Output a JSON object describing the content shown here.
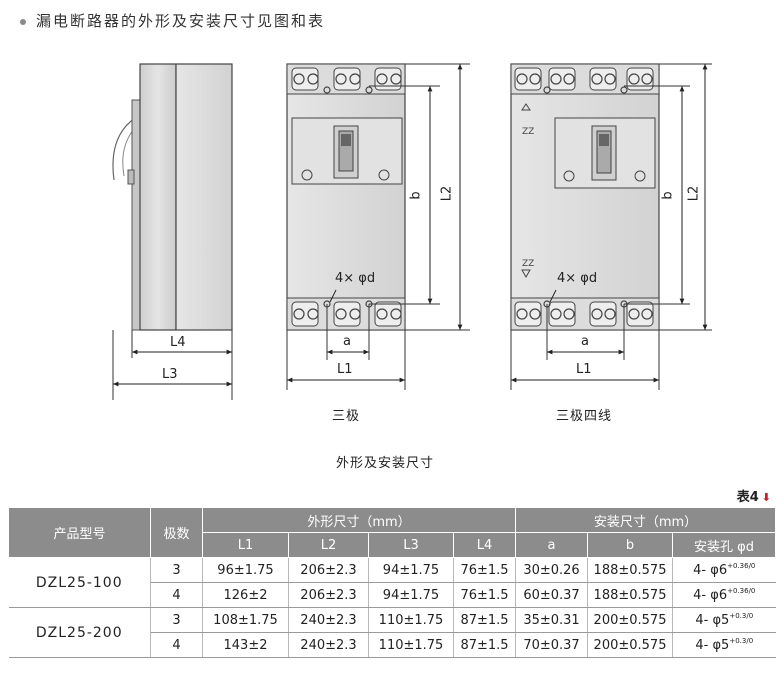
{
  "heading": "漏电断路器的外形及安装尺寸见图和表",
  "diagram": {
    "side_labels": {
      "L4": "L4",
      "L3": "L3"
    },
    "three_pole": {
      "label_b": "b",
      "label_L2": "L2",
      "label_holes": "4× φd",
      "label_a": "a",
      "label_L1": "L1",
      "caption": "三极"
    },
    "three_pole_four_wire": {
      "label_b": "b",
      "label_L2": "L2",
      "label_holes": "4× φd",
      "label_a": "a",
      "label_L1": "L1",
      "caption": "三极四线"
    },
    "figure_caption": "外形及安装尺寸"
  },
  "table_ref": "表4",
  "table": {
    "header": {
      "model": "产品型号",
      "poles": "极数",
      "group_outline": "外形尺寸（mm）",
      "group_install": "安装尺寸（mm）",
      "cols": [
        "L1",
        "L2",
        "L3",
        "L4",
        "a",
        "b",
        "安装孔 φd"
      ]
    },
    "groups": [
      {
        "model": "DZL25-100",
        "rows": [
          {
            "poles": "3",
            "L1": "96±1.75",
            "L2": "206±2.3",
            "L3": "94±1.75",
            "L4": "76±1.5",
            "a": "30±0.26",
            "b": "188±0.575",
            "hole": "4- φ6",
            "tol_upper": "+0.36",
            "tol_lower": "0"
          },
          {
            "poles": "4",
            "L1": "126±2",
            "L2": "206±2.3",
            "L3": "94±1.75",
            "L4": "76±1.5",
            "a": "60±0.37",
            "b": "188±0.575",
            "hole": "4- φ6",
            "tol_upper": "+0.36",
            "tol_lower": "0"
          }
        ]
      },
      {
        "model": "DZL25-200",
        "rows": [
          {
            "poles": "3",
            "L1": "108±1.75",
            "L2": "240±2.3",
            "L3": "110±1.75",
            "L4": "87±1.5",
            "a": "35±0.31",
            "b": "200±0.575",
            "hole": "4- φ5",
            "tol_upper": "+0.3",
            "tol_lower": "0"
          },
          {
            "poles": "4",
            "L1": "143±2",
            "L2": "240±2.3",
            "L3": "110±1.75",
            "L4": "87±1.5",
            "a": "70±0.37",
            "b": "200±0.575",
            "hole": "4- φ5",
            "tol_upper": "+0.3",
            "tol_lower": "0"
          }
        ]
      }
    ]
  }
}
